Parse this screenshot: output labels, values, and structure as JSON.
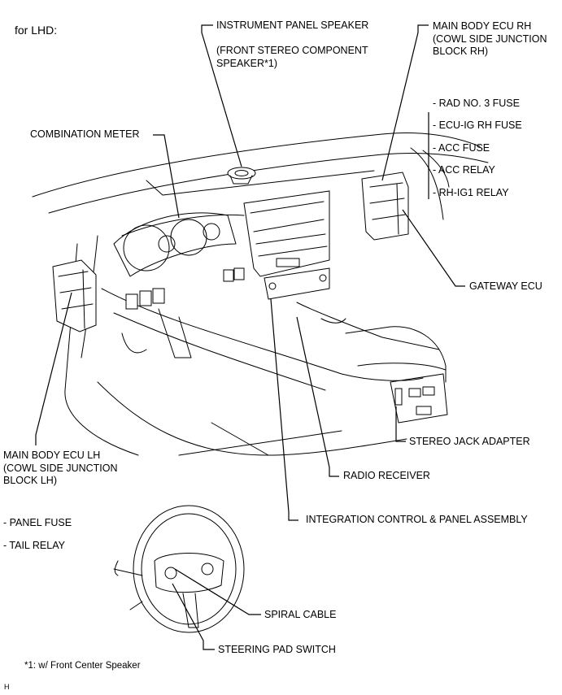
{
  "heading": "for LHD:",
  "labels": {
    "instrument_panel_speaker": "INSTRUMENT PANEL SPEAKER",
    "front_stereo_line1": "(FRONT STEREO COMPONENT",
    "front_stereo_line2": "SPEAKER*1)",
    "main_body_ecu_rh_line1": "MAIN BODY ECU RH",
    "main_body_ecu_rh_line2": "(COWL SIDE JUNCTION",
    "main_body_ecu_rh_line3": "BLOCK RH)",
    "rad_no3_fuse": "- RAD NO. 3 FUSE",
    "ecu_ig_rh_fuse": "- ECU-IG RH FUSE",
    "acc_fuse": "- ACC FUSE",
    "acc_relay": "- ACC RELAY",
    "rh_ig1_relay": "- RH-IG1 RELAY",
    "combination_meter": "COMBINATION METER",
    "gateway_ecu": "GATEWAY ECU",
    "stereo_jack_adapter": "STEREO JACK ADAPTER",
    "main_body_ecu_lh_line1": "MAIN BODY ECU LH",
    "main_body_ecu_lh_line2": "(COWL SIDE JUNCTION",
    "main_body_ecu_lh_line3": "BLOCK LH)",
    "radio_receiver": "RADIO RECEIVER",
    "panel_fuse": "- PANEL FUSE",
    "tail_relay": "- TAIL RELAY",
    "integration_control": "INTEGRATION CONTROL & PANEL ASSEMBLY",
    "spiral_cable": "SPIRAL CABLE",
    "steering_pad_switch": "STEERING PAD SWITCH",
    "footnote": "*1: w/ Front Center Speaker",
    "corner_mark": "H"
  }
}
